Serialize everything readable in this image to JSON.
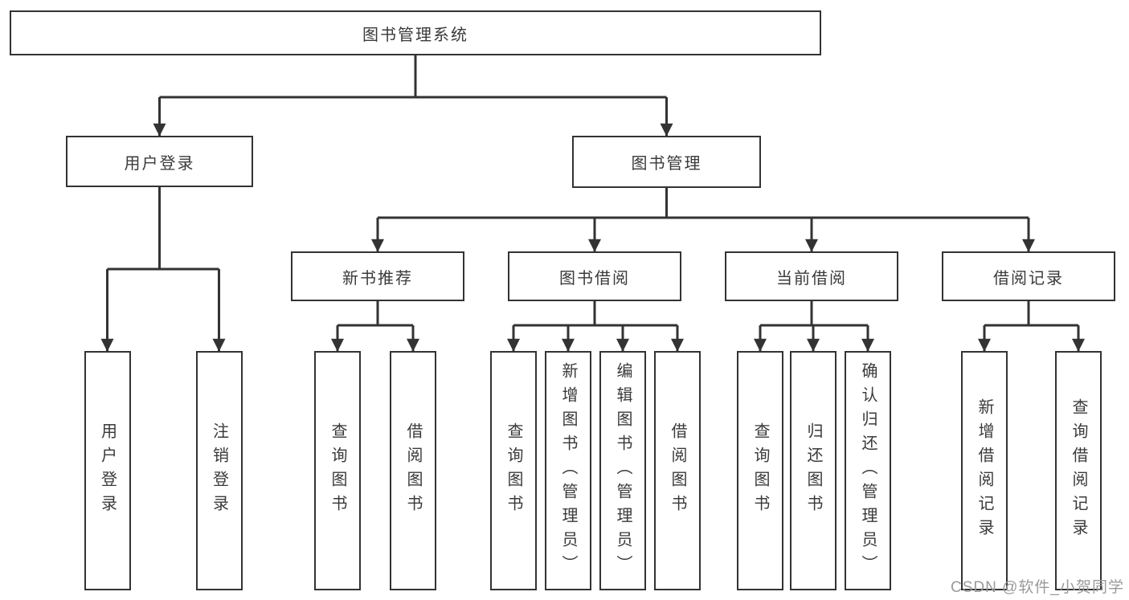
{
  "tree": {
    "root": {
      "label": "图书管理系统"
    },
    "children": [
      {
        "label": "用户登录",
        "children": [
          {
            "label": "用户登录"
          },
          {
            "label": "注销登录"
          }
        ]
      },
      {
        "label": "图书管理",
        "children": [
          {
            "label": "新书推荐",
            "children": [
              {
                "label": "查询图书"
              },
              {
                "label": "借阅图书"
              }
            ]
          },
          {
            "label": "图书借阅",
            "children": [
              {
                "label": "查询图书"
              },
              {
                "label": "新增图书（管理员）"
              },
              {
                "label": "编辑图书（管理员）"
              },
              {
                "label": "借阅图书"
              }
            ]
          },
          {
            "label": "当前借阅",
            "children": [
              {
                "label": "查询图书"
              },
              {
                "label": "归还图书"
              },
              {
                "label": "确认归还（管理员）"
              }
            ]
          },
          {
            "label": "借阅记录",
            "children": [
              {
                "label": "新增借阅记录"
              },
              {
                "label": "查询借阅记录"
              }
            ]
          }
        ]
      }
    ]
  },
  "watermark": {
    "text": "CSDN @软件_小贺同学"
  },
  "colors": {
    "line": "#333333",
    "text": "#3a3a3a",
    "watermark": "#9a9a9a",
    "background": "#ffffff"
  }
}
